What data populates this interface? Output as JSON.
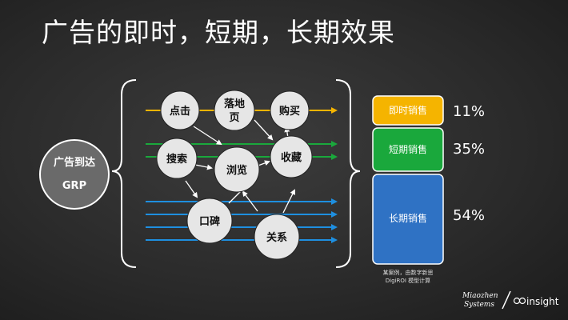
{
  "title": "广告的即时，短期，长期效果",
  "source": {
    "label_top": "广告到达",
    "label_bottom": "GRP"
  },
  "nodes": {
    "click": "点击",
    "landing_1": "落地",
    "landing_2": "页",
    "buy": "购买",
    "search": "搜索",
    "browse": "浏览",
    "favorite": "收藏",
    "word_of_mouth": "口碑",
    "relation": "关系"
  },
  "effects": [
    {
      "label": "即时销售",
      "percent": "11%",
      "color": "#f5b400"
    },
    {
      "label": "短期销售",
      "percent": "35%",
      "color": "#1aa83c"
    },
    {
      "label": "长期销售",
      "percent": "54%",
      "color": "#2f72c4"
    }
  ],
  "note_line1": "某案例，由数字新思",
  "note_line2": "DigiROI 模型计算",
  "logo": {
    "brand_line1": "Miaozhen",
    "brand_line2": "Systems",
    "partner": "insight"
  },
  "colors": {
    "immediate": "#f5b400",
    "short_term": "#1aa83c",
    "long_term": "#1e8fe0",
    "node_fill": "#e6e6e6",
    "grp_fill": "#6a6a6a"
  }
}
